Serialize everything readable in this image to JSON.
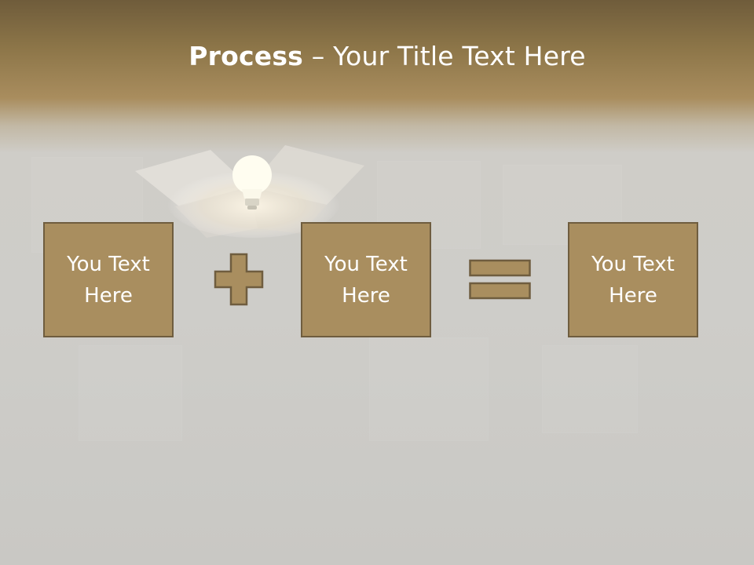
{
  "slide": {
    "title_bold": "Process",
    "title_rest": " – Your Title Text Here",
    "boxes": [
      {
        "label": "You Text Here"
      },
      {
        "label": "You Text Here"
      },
      {
        "label": "You Text Here"
      }
    ],
    "operators": [
      "plus-icon",
      "equals-icon"
    ]
  },
  "colors": {
    "box_fill": "#a98e5f",
    "box_border": "#6f5d3f",
    "header_brown": "#8c7548",
    "background": "#cecdc9"
  }
}
